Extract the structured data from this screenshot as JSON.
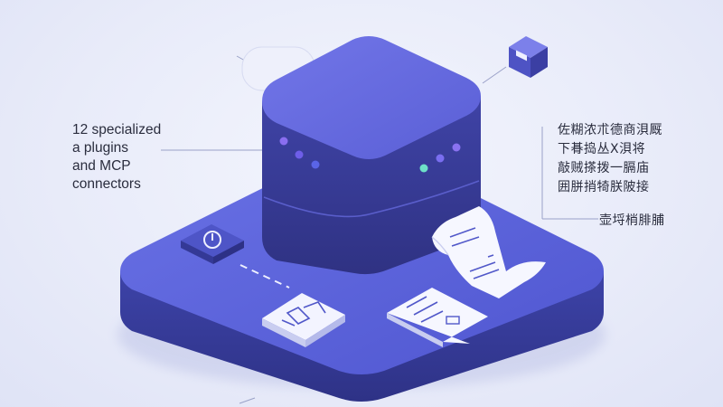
{
  "left_caption": {
    "lines": [
      "12 specialized",
      "a plugins",
      "and MCP",
      "connectors"
    ]
  },
  "right_caption": {
    "lines": [
      "佐糊浓朮德商浿厩",
      "下朞捣丛X浿将",
      "敲贼搽拨一膈庙",
      "囲胼捎犄朕陂接"
    ],
    "footer": "壶埒梢腓脯"
  },
  "icons": {
    "server": "server-icon",
    "shield": "shield-icon",
    "cube": "cube-icon",
    "cloud": "cloud-icon",
    "image_card": "image-card-icon",
    "document": "document-icon",
    "scroll": "scroll-icon"
  },
  "colors": {
    "platform_top": "#5b62dc",
    "platform_side": "#3a3f9e",
    "server_top": "#6468e0",
    "server_side": "#383c97",
    "accent_teal": "#6ee0c8",
    "accent_purple": "#9a7cf0"
  }
}
